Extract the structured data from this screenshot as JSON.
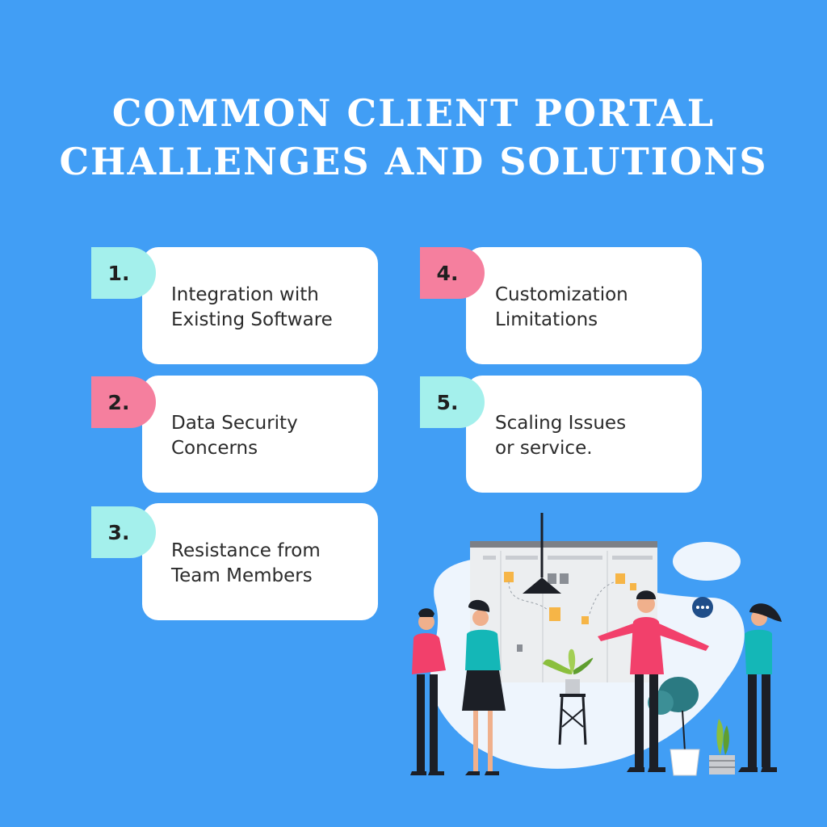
{
  "title": {
    "line1": "COMMON CLIENT PORTAL",
    "line2": "CHALLENGES AND SOLUTIONS"
  },
  "items": [
    {
      "number": "1.",
      "line1": "Integration with",
      "line2": "Existing Software"
    },
    {
      "number": "2.",
      "line1": "Data Security",
      "line2": "Concerns"
    },
    {
      "number": "3.",
      "line1": "Resistance from",
      "line2": "Team Members"
    },
    {
      "number": "4.",
      "line1": "Customization",
      "line2": "Limitations"
    },
    {
      "number": "5.",
      "line1": "Scaling Issues",
      "line2": "or service."
    }
  ],
  "colors": {
    "background": "#419ef5",
    "card": "#ffffff",
    "badge_mint": "#a4f0ec",
    "badge_pink": "#f57f9e"
  },
  "illustration": {
    "icons": [
      "board-icon",
      "lamp-icon",
      "plant-icon",
      "speech-bubble-icon",
      "people-icon"
    ]
  }
}
